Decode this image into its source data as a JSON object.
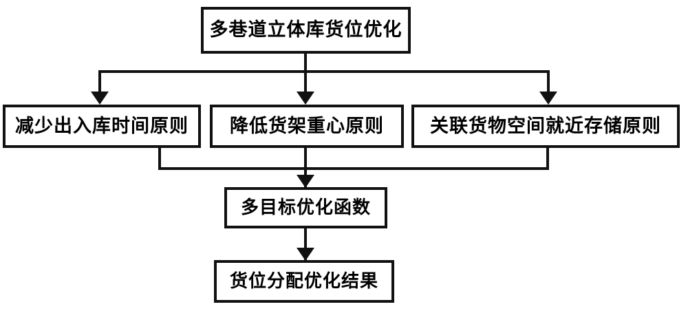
{
  "diagram": {
    "title_node": {
      "label": "多巷道立体库货位优化"
    },
    "principles": [
      {
        "label": "减少出入库时间原则"
      },
      {
        "label": "降低货架重心原则"
      },
      {
        "label": "关联货物空间就近存储原则"
      }
    ],
    "objective_node": {
      "label": "多目标优化函数"
    },
    "result_node": {
      "label": "货位分配优化结果"
    },
    "colors": {
      "stroke": "#111111",
      "fill": "#ffffff",
      "text": "#000000"
    }
  }
}
